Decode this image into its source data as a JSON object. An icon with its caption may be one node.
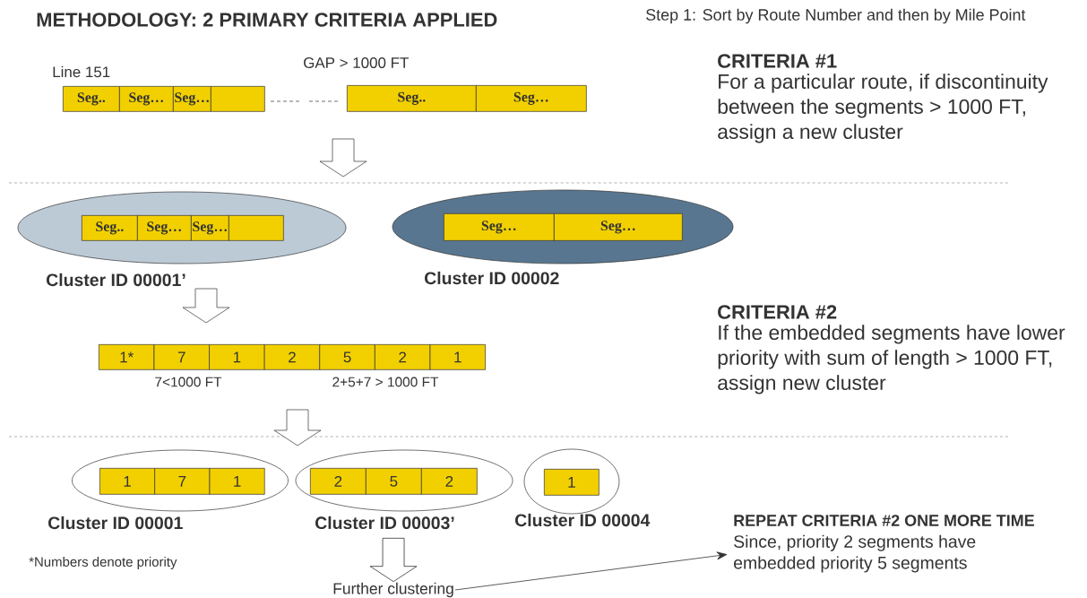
{
  "diagram": {
    "title": "METHODOLOGY: 2 PRIMARY CRITERIA APPLIED",
    "nodes": [
      {
        "text": [
          "Seg.."
        ]
      },
      {
        "text": [
          "Seg…"
        ]
      },
      {
        "text": [
          "Seg…"
        ]
      },
      {
        "text": [],
        "shape": "box"
      },
      {
        "text": [
          "Seg.."
        ]
      },
      {
        "text": [
          "Seg…"
        ]
      },
      {
        "text": [
          "Cluster ID 00001’"
        ]
      },
      {
        "text": [
          "Seg.."
        ],
        "in": 6
      },
      {
        "text": [
          "Seg…"
        ],
        "in": 6
      },
      {
        "text": [
          "Seg…"
        ],
        "in": 6
      },
      {
        "text": [],
        "shape": "box",
        "in": 6
      },
      {
        "text": [
          "Cluster ID 00002"
        ]
      },
      {
        "text": [
          "Seg…"
        ],
        "in": 11
      },
      {
        "text": [
          "Seg…"
        ],
        "in": 11
      },
      {
        "text": [
          "1*"
        ]
      },
      {
        "text": [
          "7"
        ]
      },
      {
        "text": [
          "1"
        ]
      },
      {
        "text": [
          "2"
        ]
      },
      {
        "text": [
          "5"
        ]
      },
      {
        "text": [
          "2"
        ]
      },
      {
        "text": [
          "1"
        ]
      },
      {
        "text": [
          "Cluster ID 00001"
        ]
      },
      {
        "text": [
          "1"
        ],
        "in": 21
      },
      {
        "text": [
          "7"
        ],
        "in": 21
      },
      {
        "text": [
          "1"
        ],
        "in": 21
      },
      {
        "text": [
          "Cluster ID 00003’"
        ]
      },
      {
        "text": [
          "2"
        ],
        "in": 25
      },
      {
        "text": [
          "5"
        ],
        "in": 25
      },
      {
        "text": [
          "2"
        ],
        "in": 25
      },
      {
        "text": [
          "Cluster ID 00004"
        ]
      },
      {
        "text": [
          "1"
        ],
        "in": 29
      },
      {
        "text": [
          "Further clustering"
        ]
      },
      {
        "text": [
          "REPEAT CRITERIA #2 ONE MORE TIME",
          "Since, priority 2 segments have embedded priority 5 segments"
        ]
      }
    ],
    "edges": [
      {
        "from": 25,
        "to": 31,
        "arrow": "to"
      },
      {
        "from": 31,
        "to": 32,
        "arrow": "to"
      }
    ],
    "labels": [
      "Step 1: Sort by Route Number and then by Mile Point",
      "Line 151",
      "GAP > 1000 FT",
      "CRITERIA #1",
      "For a particular route, if discontinuity between the segments > 1000 FT, assign a new cluster",
      "CRITERIA #2",
      "If the embedded segments have lower priority with sum of length > 1000 FT, assign new cluster",
      "7<1000 FT",
      "2+5+7 > 1000 FT",
      "*Numbers denote priority"
    ]
  }
}
